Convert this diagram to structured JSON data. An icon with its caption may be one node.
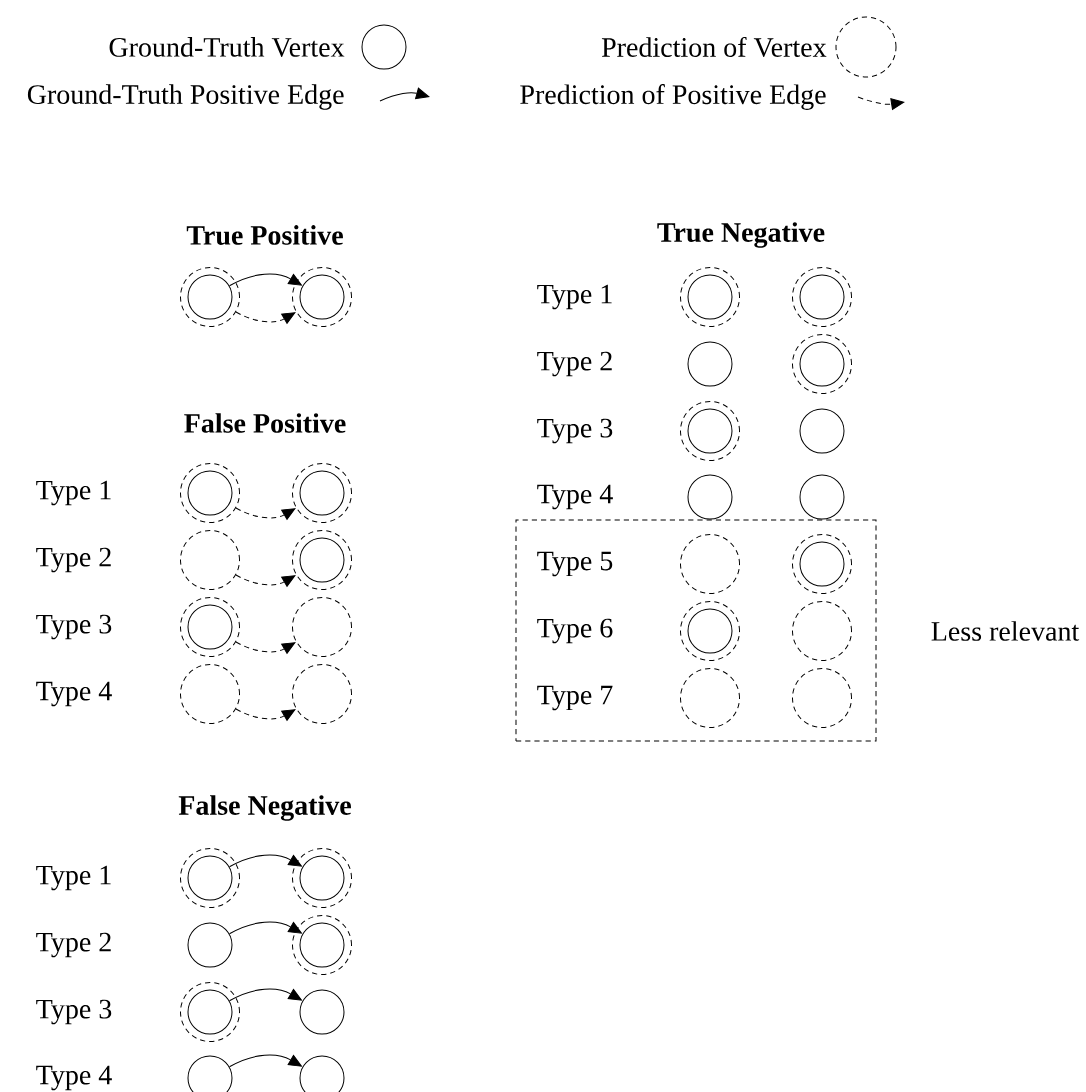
{
  "diagram": {
    "nodes": [
      {
        "text": [],
        "shape": "ring"
      },
      {
        "text": [],
        "shape": "circle",
        "in": 0
      },
      {
        "text": [],
        "shape": "ring"
      },
      {
        "text": [],
        "shape": "circle",
        "in": 2
      },
      {
        "text": [],
        "shape": "ring"
      },
      {
        "text": [],
        "shape": "circle",
        "in": 4
      },
      {
        "text": [],
        "shape": "ring"
      },
      {
        "text": [],
        "shape": "circle",
        "in": 6
      },
      {
        "text": [],
        "shape": "circle"
      },
      {
        "text": [],
        "shape": "ring"
      },
      {
        "text": [],
        "shape": "circle",
        "in": 9
      },
      {
        "text": [],
        "shape": "ring"
      },
      {
        "text": [],
        "shape": "circle",
        "in": 11
      },
      {
        "text": [],
        "shape": "circle"
      },
      {
        "text": [],
        "shape": "circle"
      },
      {
        "text": [],
        "shape": "circle"
      },
      {
        "text": [],
        "shape": "box",
        "beside": [
          "Less relevant"
        ]
      },
      {
        "text": [],
        "shape": "ring",
        "in": 16
      },
      {
        "text": [],
        "shape": "ring",
        "in": 16
      },
      {
        "text": [],
        "shape": "circle",
        "in": 18
      },
      {
        "text": [],
        "shape": "ring",
        "in": 16
      },
      {
        "text": [],
        "shape": "circle",
        "in": 20
      },
      {
        "text": [],
        "shape": "ring",
        "in": 16
      },
      {
        "text": [],
        "shape": "ring",
        "in": 16
      },
      {
        "text": [],
        "shape": "ring",
        "in": 16
      },
      {
        "text": [],
        "shape": "ring"
      },
      {
        "text": [],
        "shape": "circle",
        "in": 25
      },
      {
        "text": [],
        "shape": "ring"
      },
      {
        "text": [],
        "shape": "circle",
        "in": 27
      },
      {
        "text": [],
        "shape": "ring"
      },
      {
        "text": [],
        "shape": "ring"
      },
      {
        "text": [],
        "shape": "circle",
        "in": 30
      },
      {
        "text": [],
        "shape": "ring"
      },
      {
        "text": [],
        "shape": "circle",
        "in": 32
      },
      {
        "text": [],
        "shape": "ring"
      },
      {
        "text": [],
        "shape": "ring"
      },
      {
        "text": [],
        "shape": "ring"
      },
      {
        "text": [],
        "shape": "ring"
      },
      {
        "text": [],
        "shape": "circle",
        "in": 37
      },
      {
        "text": [],
        "shape": "ring"
      },
      {
        "text": [],
        "shape": "circle",
        "in": 39
      },
      {
        "text": [],
        "shape": "circle"
      },
      {
        "text": [],
        "shape": "ring"
      },
      {
        "text": [],
        "shape": "circle",
        "in": 42
      },
      {
        "text": [],
        "shape": "ring"
      },
      {
        "text": [],
        "shape": "circle",
        "in": 44
      },
      {
        "text": [],
        "shape": "circle"
      },
      {
        "text": [],
        "shape": "circle"
      },
      {
        "text": [],
        "shape": "circle"
      }
    ],
    "edges": [
      {
        "from": 1,
        "to": 3,
        "arrow": "to"
      },
      {
        "from": 0,
        "to": 2,
        "arrow": "to",
        "style": "dashed"
      },
      {
        "from": 25,
        "to": 27,
        "arrow": "to",
        "style": "dashed"
      },
      {
        "from": 29,
        "to": 30,
        "arrow": "to",
        "style": "dashed"
      },
      {
        "from": 32,
        "to": 34,
        "arrow": "to",
        "style": "dashed"
      },
      {
        "from": 35,
        "to": 36,
        "arrow": "to",
        "style": "dashed"
      },
      {
        "from": 38,
        "to": 40,
        "arrow": "to"
      },
      {
        "from": 41,
        "to": 43,
        "arrow": "to"
      },
      {
        "from": 45,
        "to": 46,
        "arrow": "to"
      },
      {
        "from": 47,
        "to": 48,
        "arrow": "to"
      }
    ],
    "labels": [
      "True Positive",
      "True Negative",
      "Type 1",
      "Type 2",
      "Type 3",
      "Type 4",
      "Type 5",
      "Type 6",
      "Type 7",
      "False Positive",
      "Type 1",
      "Type 2",
      "Type 3",
      "Type 4",
      "False Negative",
      "Type 1",
      "Type 2",
      "Type 3",
      "Type 4"
    ],
    "legend": [
      {
        "text": "Ground-Truth Vertex"
      },
      {
        "text": "Prediction of Vertex"
      },
      {
        "text": "Ground-Truth Positive Edge"
      },
      {
        "text": "Prediction of Positive Edge"
      }
    ]
  }
}
